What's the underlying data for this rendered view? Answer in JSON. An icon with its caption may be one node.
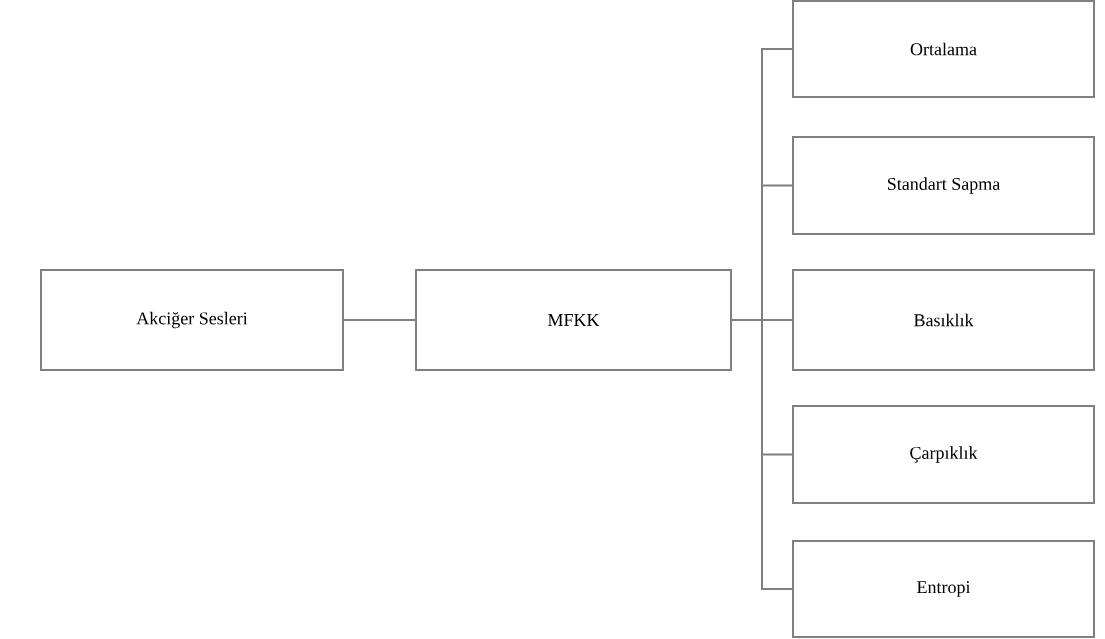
{
  "diagram": {
    "nodes": [
      {
        "text": [
          "Akciğer Sesleri"
        ]
      },
      {
        "text": [
          "MFKK"
        ]
      },
      {
        "text": [
          "Ortalama"
        ]
      },
      {
        "text": [
          "Standart Sapma"
        ]
      },
      {
        "text": [
          "Basıklık"
        ]
      },
      {
        "text": [
          "Çarpıklık"
        ]
      },
      {
        "text": [
          "Entropi"
        ]
      }
    ],
    "edges": [
      {
        "from": 0,
        "to": 1,
        "arrow": "none"
      },
      {
        "from": 1,
        "to": 2,
        "arrow": "none"
      },
      {
        "from": 1,
        "to": 3,
        "arrow": "none"
      },
      {
        "from": 1,
        "to": 4,
        "arrow": "none"
      },
      {
        "from": 1,
        "to": 5,
        "arrow": "none"
      },
      {
        "from": 1,
        "to": 6,
        "arrow": "none"
      }
    ]
  }
}
